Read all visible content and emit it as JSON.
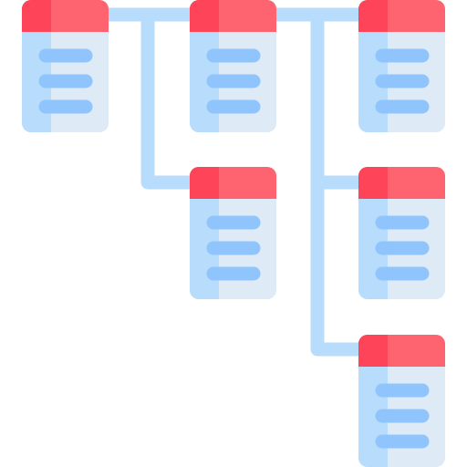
{
  "diagram": {
    "kind": "hierarchy-icon",
    "colors": {
      "connector": "#b8dcfb",
      "header_dark": "#fe4459",
      "header_light": "#fe646f",
      "body_dark": "#b8dcfb",
      "body_light": "#deeaf6",
      "line": "#8fc5fc"
    },
    "nodes": [
      {
        "id": "root",
        "label_lines": 3,
        "interactable": false
      },
      {
        "id": "a",
        "label_lines": 3,
        "interactable": false
      },
      {
        "id": "b",
        "label_lines": 3,
        "interactable": false
      },
      {
        "id": "a1",
        "label_lines": 3,
        "interactable": false
      },
      {
        "id": "b1",
        "label_lines": 3,
        "interactable": false
      },
      {
        "id": "b2",
        "label_lines": 3,
        "interactable": false
      }
    ],
    "edges": [
      {
        "from": "root",
        "to": "a"
      },
      {
        "from": "root",
        "to": "b"
      },
      {
        "from": "root",
        "to": "a1"
      },
      {
        "from": "a",
        "to": "b"
      },
      {
        "from": "b",
        "to": "b1"
      },
      {
        "from": "b",
        "to": "b2"
      }
    ]
  }
}
